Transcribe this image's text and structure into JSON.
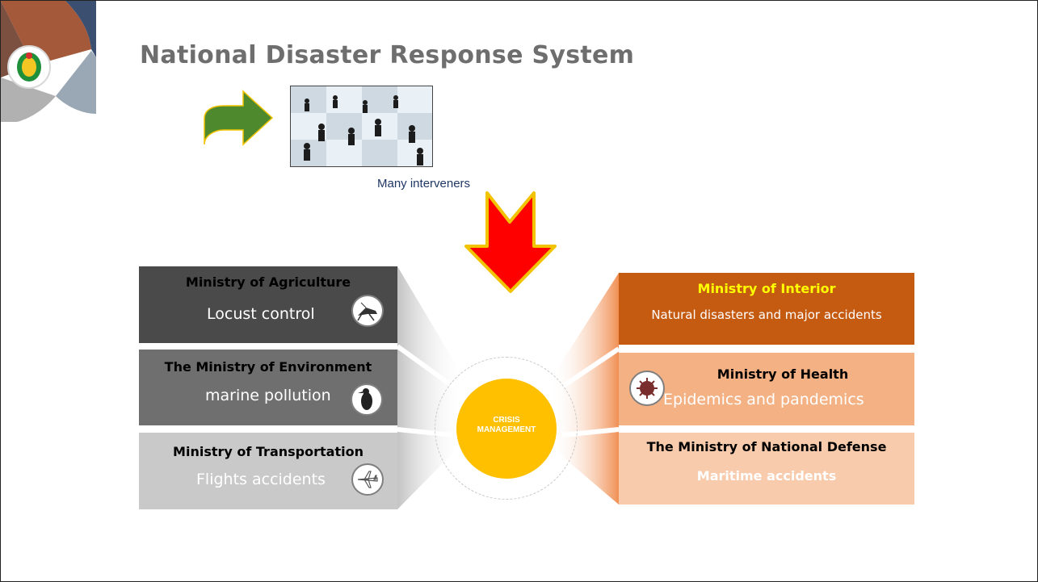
{
  "slide": {
    "title": "National Disaster Response System",
    "photo_caption": "Many interveners"
  },
  "center": {
    "line1": "CRISIS",
    "line2": "MANAGEMENT",
    "color": "#ffc000"
  },
  "left_boxes": [
    {
      "title": "Ministry of Agriculture",
      "subtitle": "Locust control",
      "icon": "grasshopper-icon",
      "bg": "#4a4a4a"
    },
    {
      "title": "The Ministry of Environment",
      "subtitle": "marine pollution",
      "icon": "bird-icon",
      "bg": "#6f6f6f"
    },
    {
      "title": "Ministry of Transportation",
      "subtitle": "Flights accidents",
      "icon": "airplane-icon",
      "bg": "#c9c9c9"
    }
  ],
  "right_boxes": [
    {
      "title": "Ministry of Interior",
      "subtitle": "Natural disasters and major accidents",
      "bg": "#c55a11"
    },
    {
      "title": "Ministry of Health",
      "subtitle": "Epidemics and pandemics",
      "icon": "virus-icon",
      "bg": "#f4b183"
    },
    {
      "title": "The Ministry of National Defense",
      "subtitle": "Maritime accidents",
      "bg": "#f8cbad"
    }
  ]
}
